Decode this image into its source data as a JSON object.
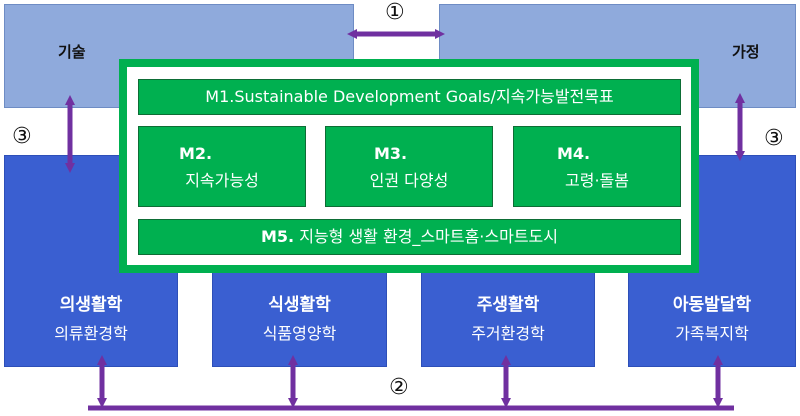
{
  "top": {
    "left_label": "기술",
    "right_label": "가정"
  },
  "connectors": {
    "c1": "①",
    "c2": "②",
    "c3_left": "③",
    "c3_right": "③"
  },
  "modules": {
    "m1": "M1.Sustainable Development Goals/지속가능발전목표",
    "m2_code": "M2.",
    "m2_name": "지속가능성",
    "m3_code": "M3.",
    "m3_name": "인권 다양성",
    "m4_code": "M4.",
    "m4_name": "고령·돌봄",
    "m5_code": "M5.",
    "m5_name": "지능형 생활 환경_스마트홈·스마트도시"
  },
  "departments": [
    {
      "name": "의생활학",
      "sub": "의류환경학"
    },
    {
      "name": "식생활학",
      "sub": "식품영양학"
    },
    {
      "name": "주생활학",
      "sub": "주거환경학"
    },
    {
      "name": "아동발달학",
      "sub": "가족복지학"
    }
  ],
  "colors": {
    "light_blue": "#8faadc",
    "blue": "#3a5fd1",
    "green": "#00b050",
    "arrow_purple": "#7030a0"
  }
}
